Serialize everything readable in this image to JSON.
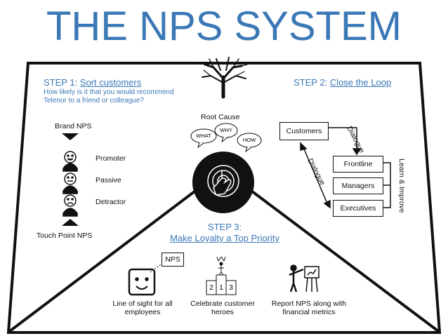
{
  "title": "THE NPS SYSTEM",
  "step1": {
    "prefix": "STEP 1: ",
    "link": "Sort customers",
    "question_line1": "How likely is it that you would recommend",
    "question_line2": "Telenor to a friend or colleague?",
    "brand_nps": "Brand NPS",
    "touch_point_nps": "Touch Point NPS",
    "promoter": "Promoter",
    "passive": "Passive",
    "detractor": "Detractor"
  },
  "root": {
    "label": "Root Cause",
    "what": "WHAT",
    "why": "WHY",
    "how": "HOW"
  },
  "step2": {
    "prefix": "STEP 2: ",
    "link": "Close the Loop",
    "customers": "Customers",
    "frontline": "Frontline",
    "managers": "Managers",
    "executives": "Executives",
    "dialogue_top": "Dialogue",
    "dialogue_left": "Dialogue",
    "learn_improve": "Learn & Improve"
  },
  "step3": {
    "heading": "STEP 3:",
    "link": "Make Loyalty a Top Priority",
    "nps_box": "NPS",
    "podium_2": "2",
    "podium_1": "1",
    "podium_3": "3",
    "item1_line1": "Line of sight for all",
    "item1_line2": "employees",
    "item2_line1": "Celebrate customer",
    "item2_line2": "heroes",
    "item3_line1": "Report NPS along with",
    "item3_line2": "financial metrics"
  },
  "colors": {
    "accent_blue": "#3b78b6",
    "black": "#111111"
  }
}
